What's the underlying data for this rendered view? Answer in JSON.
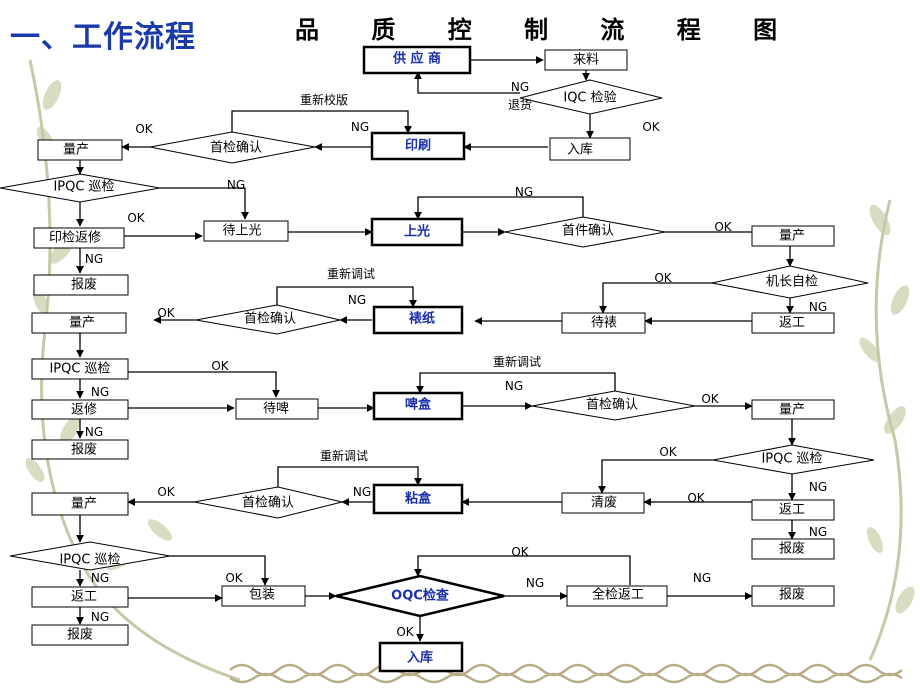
{
  "heading": "一、工作流程",
  "title": "品 质 控 制 流 程 图",
  "nodes": {
    "supplier": "供 应 商",
    "incoming": "来料",
    "iqc": "IQC  检验",
    "storage1": "入库",
    "print": "印刷",
    "first_check1": "首检确认",
    "mass1": "量产",
    "ipqc1": "IPQC 巡检",
    "repair_print": "印检返修",
    "wait_gloss": "待上光",
    "scrap1": "报废",
    "gloss": "上光",
    "first_piece": "首件确认",
    "mass2": "量产",
    "self_check": "机长自检",
    "rework2": "返工",
    "wait_mount": "待裱",
    "mount": "裱纸",
    "first_check3": "首检确认",
    "mass3": "量产",
    "ipqc3": "IPQC   巡检",
    "repair3": "返修",
    "wait_die": "待啤",
    "scrap3": "报废",
    "die_cut": "啤盒",
    "first_check4": "首检确认",
    "mass4": "量产",
    "ipqc4": "IPQC  巡检",
    "rework4": "返工",
    "scrap4": "报废",
    "clean_scrap": "清废",
    "glue": "粘盒",
    "first_check5": "首检确认",
    "mass5": "量产",
    "ipqc5": "IPQC  巡检",
    "rework5": "返工",
    "scrap5": "报废",
    "pack": "包装",
    "oqc": "OQC检查",
    "full_rework": "全检返工",
    "scrap6": "报废",
    "storage2": "入库"
  },
  "labels": {
    "ng": "NG",
    "ok": "OK",
    "return_goods": "退货",
    "recalibrate_plate": "重新校版",
    "readjust": "重新调试"
  }
}
